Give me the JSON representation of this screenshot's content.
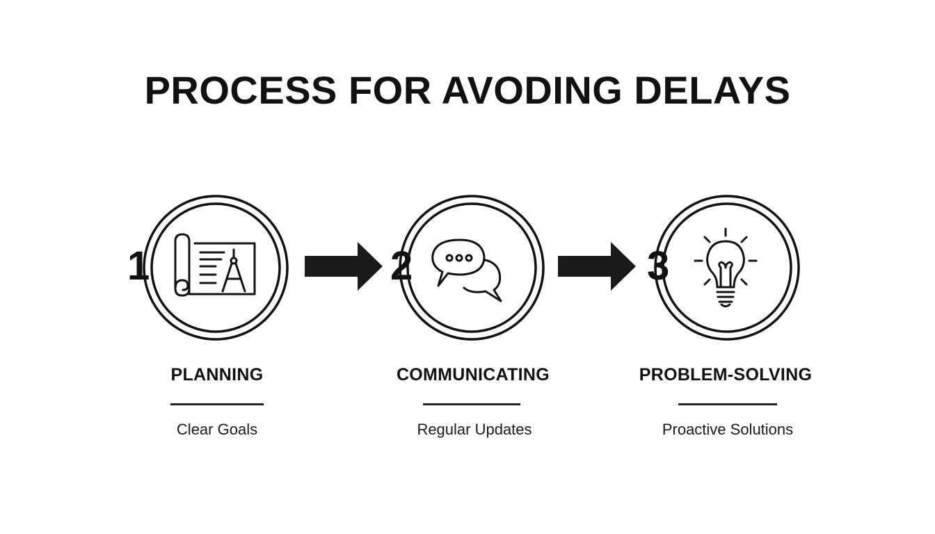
{
  "title": "PROCESS FOR AVODING DELAYS",
  "colors": {
    "ink": "#111111",
    "background": "#ffffff",
    "rule": "#222222"
  },
  "steps": [
    {
      "number": "1",
      "label": "PLANNING",
      "subtitle": "Clear Goals",
      "icon": "blueprint-compass-icon"
    },
    {
      "number": "2",
      "label": "COMMUNICATING",
      "subtitle": "Regular Updates",
      "icon": "chat-bubbles-icon"
    },
    {
      "number": "3",
      "label": "PROBLEM-SOLVING",
      "subtitle": "Proactive Solutions",
      "icon": "lightbulb-icon"
    }
  ],
  "connectors": [
    {
      "icon": "arrow-right-icon"
    },
    {
      "icon": "arrow-right-icon"
    }
  ]
}
